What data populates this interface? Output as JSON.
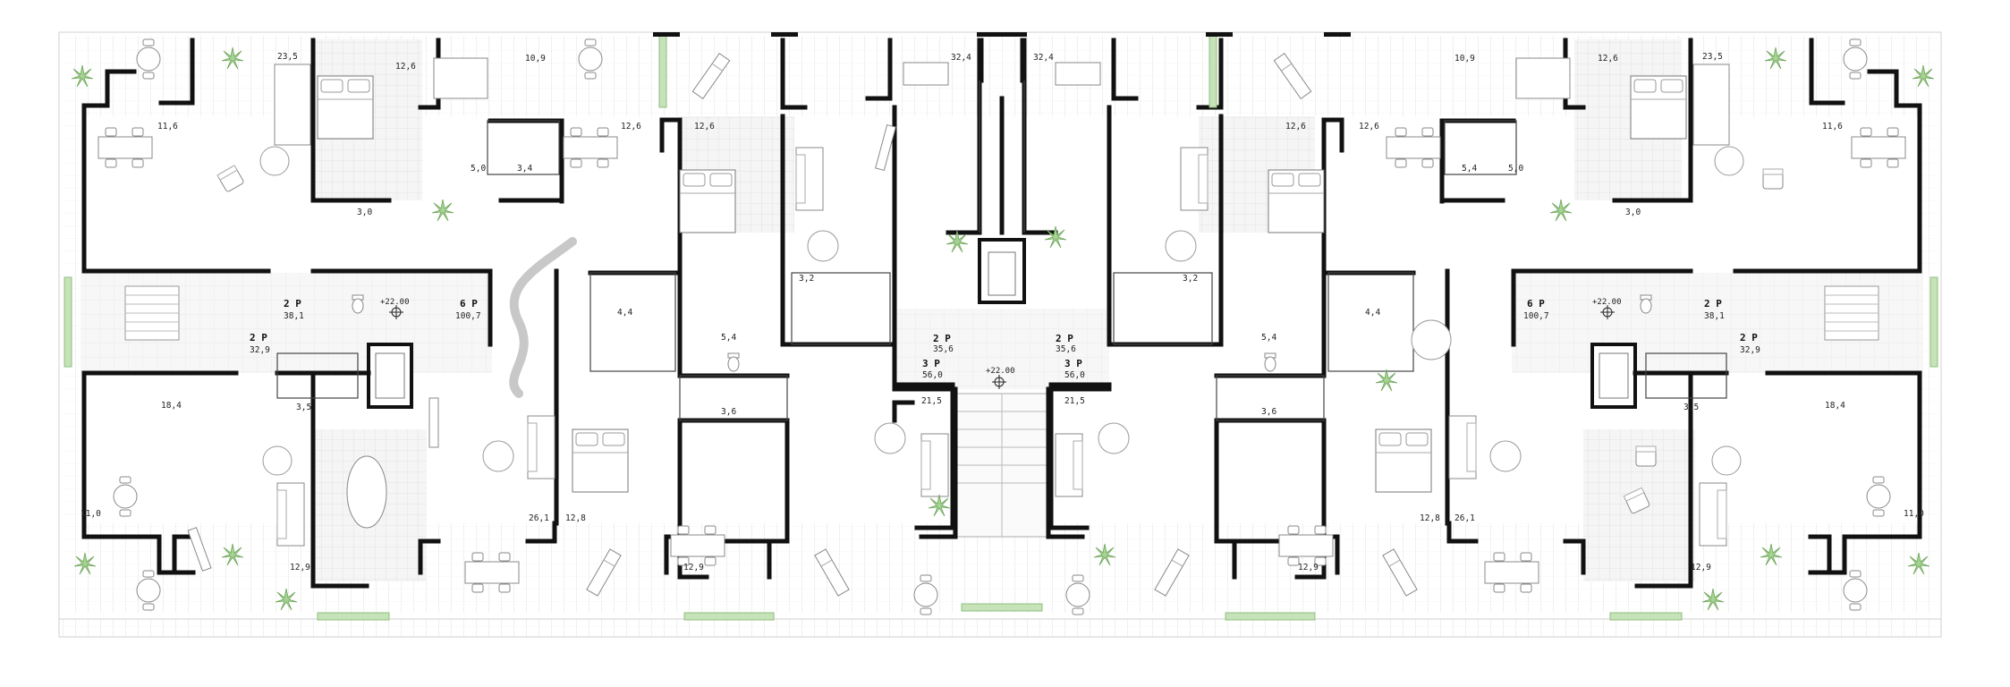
{
  "plan": {
    "palette": {
      "wall": "#111111",
      "furniture": "#888888",
      "terrace": "#bdbdbd",
      "plant": "#7cb86a",
      "core_floor": "#eeeeee",
      "tile": "#e4e4e4"
    },
    "core_left": {
      "units": [
        {
          "type": "2 P",
          "area": "38,1"
        },
        {
          "type": "2 P",
          "area": "32,9"
        },
        {
          "type": "6 P",
          "area": "100,7"
        }
      ],
      "elevation": "+22.00"
    },
    "core_center": {
      "units": [
        {
          "type": "2 P",
          "area": "35,6"
        },
        {
          "type": "2 P",
          "area": "35,6"
        },
        {
          "type": "3 P",
          "area": "56,0"
        },
        {
          "type": "3 P",
          "area": "56,0"
        }
      ],
      "elevation": "+22.00"
    },
    "core_right": {
      "units": [
        {
          "type": "6 P",
          "area": "100,7"
        },
        {
          "type": "2 P",
          "area": "38,1"
        },
        {
          "type": "2 P",
          "area": "32,9"
        }
      ],
      "elevation": "+22.00"
    },
    "room_areas_left": [
      "23,5",
      "12,6",
      "10,9",
      "11,6",
      "12,6",
      "5,0",
      "3,4",
      "3,0",
      "12,6",
      "32,4",
      "4,4",
      "5,4",
      "3,2",
      "18,4",
      "3,5",
      "3,6",
      "21,5",
      "11,0",
      "26,1",
      "12,8",
      "12,9",
      "12,9"
    ],
    "room_areas_right": [
      "32,4",
      "10,9",
      "12,6",
      "23,5",
      "12,6",
      "12,6",
      "11,6",
      "5,4",
      "5,0",
      "3,0",
      "3,2",
      "4,4",
      "5,4",
      "3,6",
      "21,5",
      "3,5",
      "18,4",
      "11,0",
      "12,8",
      "26,1",
      "12,9",
      "12,9"
    ]
  }
}
